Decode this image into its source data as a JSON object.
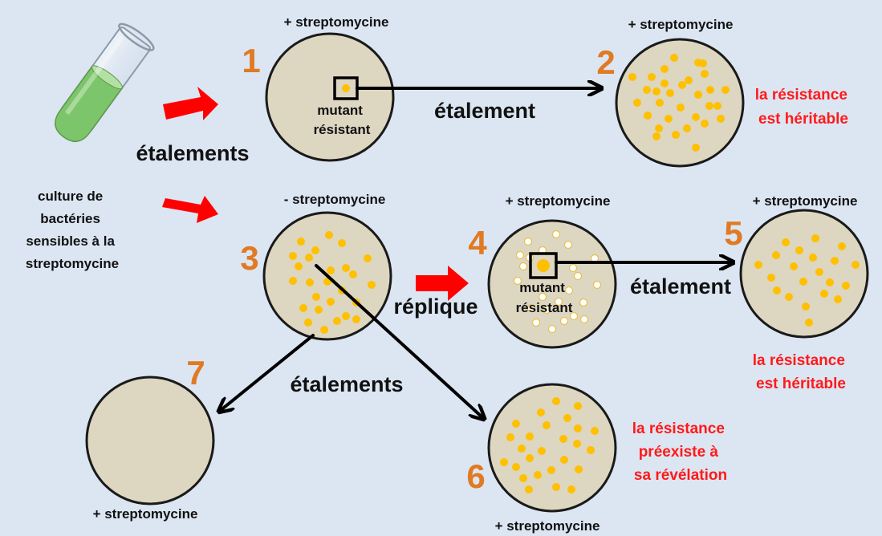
{
  "labels": {
    "culture": [
      "culture de",
      "bactéries",
      "sensibles à la",
      "streptomycine"
    ],
    "etalements_top": "étalements",
    "etalements_mid": "étalements",
    "etalement_1_2": "étalement",
    "etalement_4_5": "étalement",
    "replique": "réplique",
    "plus_strep": "+ streptomycine",
    "minus_strep": "- streptomycine",
    "mutant_resistant": [
      "mutant",
      "résistant"
    ]
  },
  "numbers": {
    "n1": "1",
    "n2": "2",
    "n3": "3",
    "n4": "4",
    "n5": "5",
    "n6": "6",
    "n7": "7"
  },
  "conclusions": {
    "heritable_2": [
      "la résistance",
      "est héritable"
    ],
    "heritable_5": [
      "la résistance",
      "est héritable"
    ],
    "preexiste_6": [
      "la résistance",
      "préexiste à",
      "sa révélation"
    ]
  },
  "colors": {
    "background": "#dce6f2",
    "dish_fill": "#ddd6c1",
    "colony": "#ffc000",
    "numbers": "#e07a23",
    "conclusion_text": "#ff1a1a",
    "red_arrow": "#ff0000",
    "tube_liquid": "#7dc56a"
  }
}
